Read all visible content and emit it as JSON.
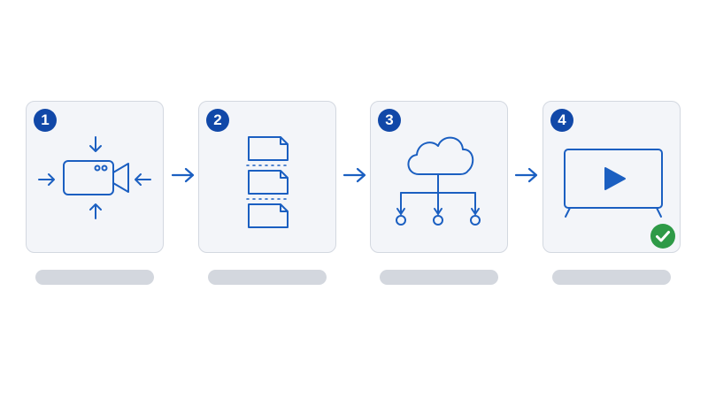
{
  "colors": {
    "accent": "#1b5fc1",
    "badge": "#1148a8",
    "card_bg": "#f3f5f9",
    "card_border": "#d3d8e0",
    "caption_placeholder": "#d3d7de",
    "success": "#2e9a47"
  },
  "steps": [
    {
      "number": "1",
      "icon": "video-camera-capture-icon"
    },
    {
      "number": "2",
      "icon": "file-segments-icon"
    },
    {
      "number": "3",
      "icon": "cloud-distribution-icon"
    },
    {
      "number": "4",
      "icon": "tv-play-icon",
      "status_icon": "checkmark-circle-icon"
    }
  ],
  "connectors": [
    "arrow-right-icon",
    "arrow-right-icon",
    "arrow-right-icon"
  ]
}
